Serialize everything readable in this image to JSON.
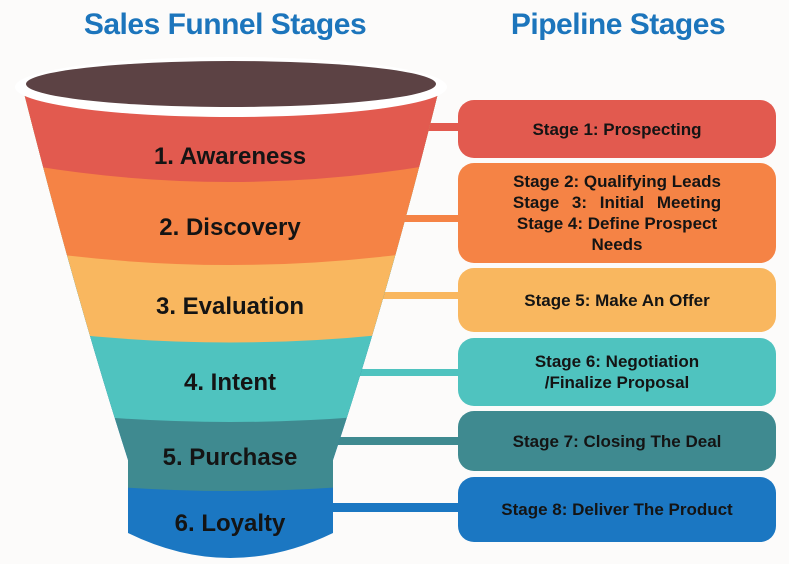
{
  "titles": {
    "left": "Sales Funnel Stages",
    "right": "Pipeline Stages"
  },
  "title_color": "#1C75BC",
  "text_color": "#141414",
  "funnel": {
    "top_color": "#5C4244",
    "rim_color": "#FFFFFF",
    "stages": [
      {
        "label": "1. Awareness",
        "color": "#E25A4F"
      },
      {
        "label": "2. Discovery",
        "color": "#F58345"
      },
      {
        "label": "3. Evaluation",
        "color": "#F9B75F"
      },
      {
        "label": "4. Intent",
        "color": "#4FC3BF"
      },
      {
        "label": "5. Purchase",
        "color": "#3F8A90"
      },
      {
        "label": "6. Loyalty",
        "color": "#1B77C2"
      }
    ]
  },
  "pipeline": {
    "boxes": [
      {
        "color": "#E25A4F",
        "lines": [
          "Stage 1: Prospecting"
        ]
      },
      {
        "color": "#F58345",
        "lines": [
          "Stage 2: Qualifying Leads",
          "Stage 3: Initial Meeting",
          "Stage 4: Define Prospect",
          "Needs"
        ]
      },
      {
        "color": "#F9B75F",
        "lines": [
          "Stage 5: Make An Offer"
        ]
      },
      {
        "color": "#4FC3BF",
        "lines": [
          "Stage 6: Negotiation",
          "/Finalize Proposal"
        ]
      },
      {
        "color": "#3F8A90",
        "lines": [
          "Stage 7: Closing The Deal"
        ]
      },
      {
        "color": "#1B77C2",
        "lines": [
          "Stage 8: Deliver The Product"
        ]
      }
    ]
  }
}
